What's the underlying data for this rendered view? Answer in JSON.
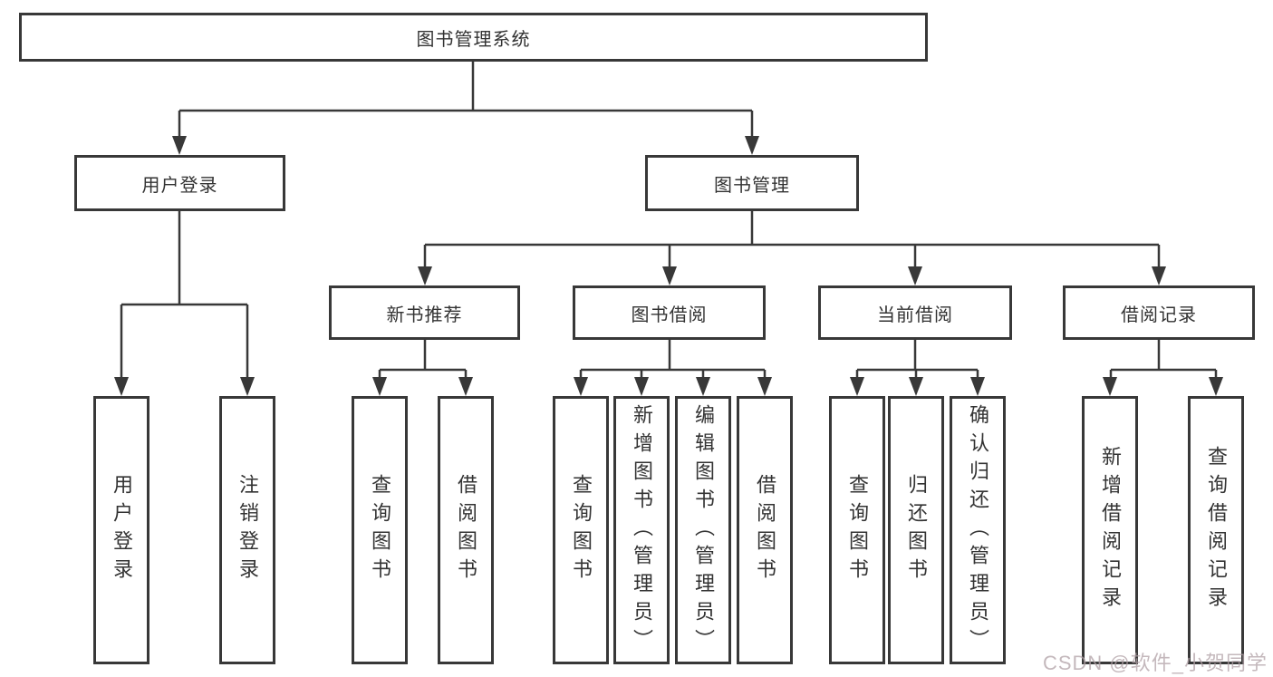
{
  "diagram": {
    "type": "hierarchy-tree",
    "tree": {
      "root": {
        "label": "图书管理系统"
      },
      "branches": [
        {
          "label": "用户登录",
          "children": [
            {
              "label": "用户登录"
            },
            {
              "label": "注销登录"
            }
          ]
        },
        {
          "label": "图书管理",
          "children": [
            {
              "label": "新书推荐",
              "children": [
                {
                  "label": "查询图书"
                },
                {
                  "label": "借阅图书"
                }
              ]
            },
            {
              "label": "图书借阅",
              "children": [
                {
                  "label": "查询图书"
                },
                {
                  "label": "新增图书（管理员）"
                },
                {
                  "label": "编辑图书（管理员）"
                },
                {
                  "label": "借阅图书"
                }
              ]
            },
            {
              "label": "当前借阅",
              "children": [
                {
                  "label": "查询图书"
                },
                {
                  "label": "归还图书"
                },
                {
                  "label": "确认归还（管理员）"
                }
              ]
            },
            {
              "label": "借阅记录",
              "children": [
                {
                  "label": "新增借阅记录"
                },
                {
                  "label": "查询借阅记录"
                }
              ]
            }
          ]
        }
      ]
    },
    "colors": {
      "box_border": "#383838",
      "box_fill": "#ffffff",
      "connector_line": "#383838",
      "text": "#333333",
      "watermark": "#b0a0a6"
    }
  },
  "watermark": {
    "text": "CSDN @软件_小贺同学"
  }
}
